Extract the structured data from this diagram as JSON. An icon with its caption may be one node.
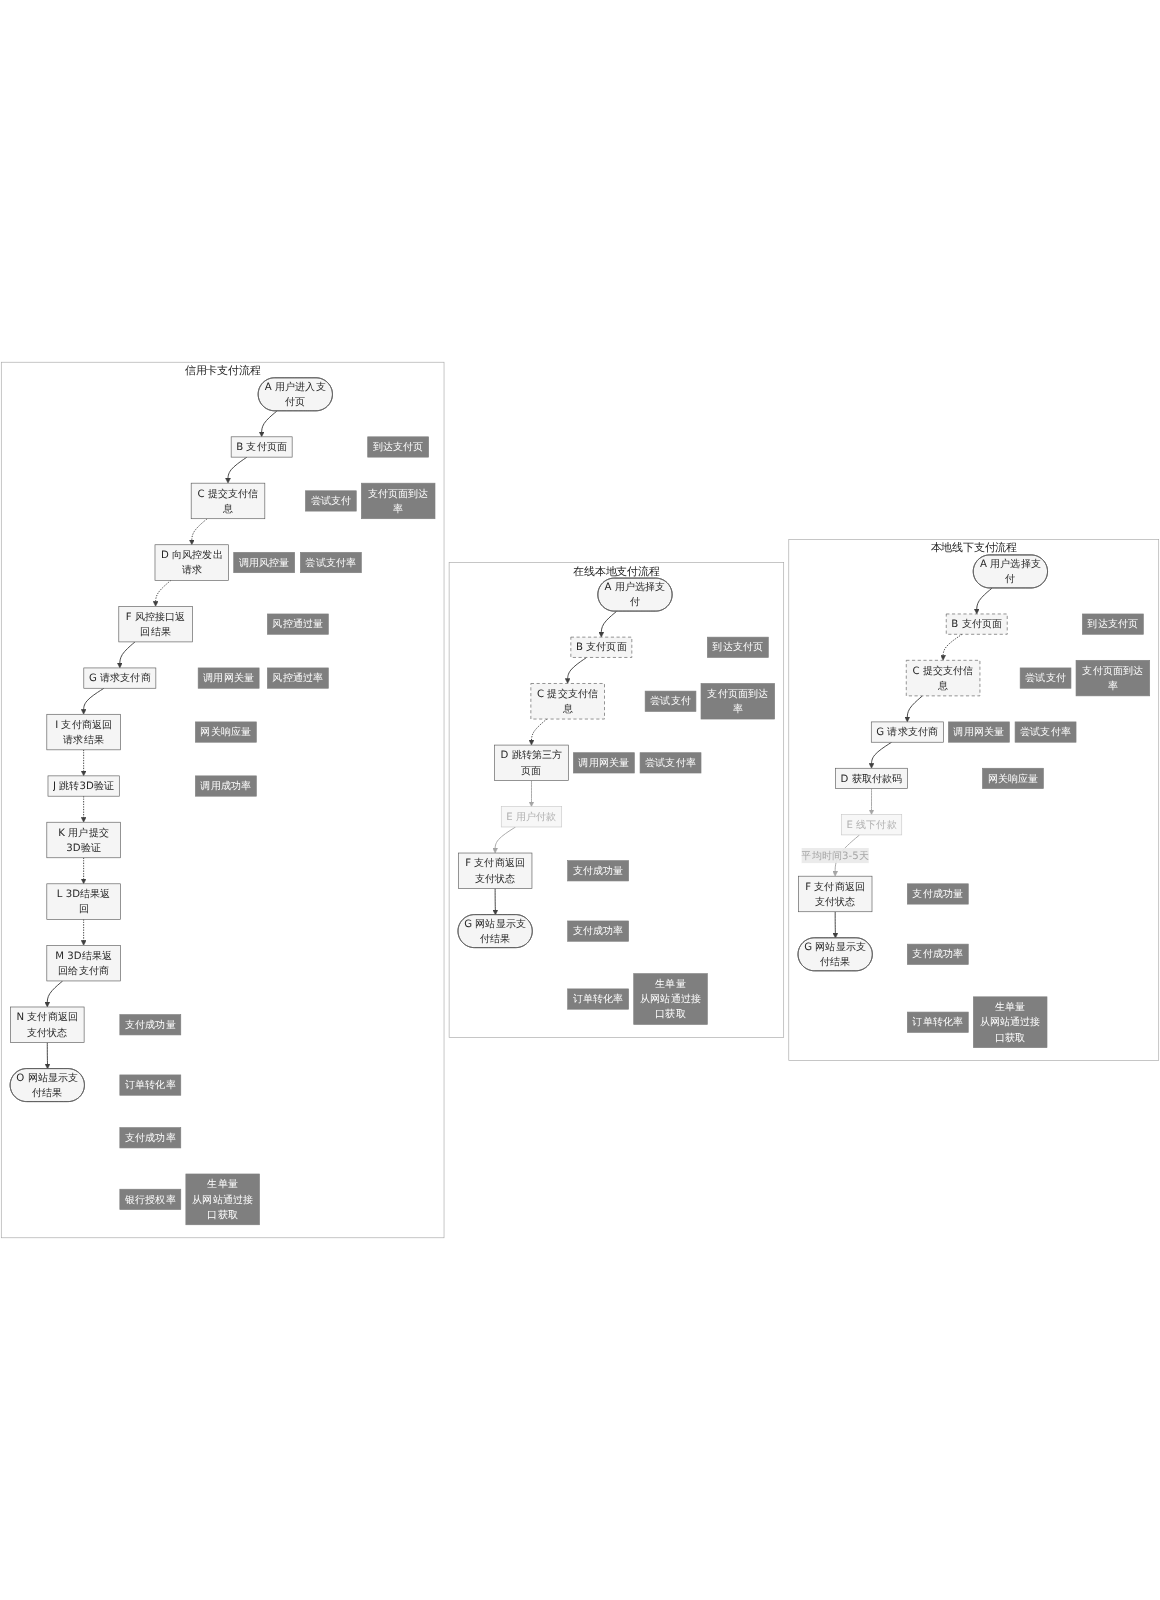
{
  "diagram": {
    "nodes": [
      {
        "text": [
          "信用卡支付流程"
        ]
      },
      {
        "text": [
          "A 用户进入支付页"
        ],
        "in": 0
      },
      {
        "text": [
          "生单量",
          "从网站通过接口获取"
        ],
        "in": 0
      },
      {
        "text": [
          "B 支付页面"
        ],
        "in": 0
      },
      {
        "text": [
          "到达支付页"
        ],
        "in": 0
      },
      {
        "text": [
          "支付页面到达率"
        ],
        "in": 0
      },
      {
        "text": [
          "C 提交支付信息"
        ],
        "in": 0
      },
      {
        "text": [
          "尝试支付"
        ],
        "in": 0
      },
      {
        "text": [
          "尝试支付率"
        ],
        "in": 0
      },
      {
        "text": [
          "D 向风控发出请求"
        ],
        "in": 0
      },
      {
        "text": [
          "调用风控量"
        ],
        "in": 0
      },
      {
        "text": [
          "F 风控接口返回结果"
        ],
        "in": 0
      },
      {
        "text": [
          "风控通过量"
        ],
        "in": 0
      },
      {
        "text": [
          "风控通过率"
        ],
        "in": 0
      },
      {
        "text": [
          "G 请求支付商"
        ],
        "in": 0
      },
      {
        "text": [
          "调用网关量"
        ],
        "in": 0
      },
      {
        "text": [
          "I 支付商返回请求结果"
        ],
        "in": 0
      },
      {
        "text": [
          "网关响应量"
        ],
        "in": 0
      },
      {
        "text": [
          "调用成功率"
        ],
        "in": 0
      },
      {
        "text": [
          "J 跳转3D验证"
        ],
        "in": 0
      },
      {
        "text": [
          "K 用户提交3D验证"
        ],
        "in": 0
      },
      {
        "text": [
          "L 3D结果返回"
        ],
        "in": 0
      },
      {
        "text": [
          "M 3D结果返回给支付商"
        ],
        "in": 0
      },
      {
        "text": [
          "N 支付商返回支付状态"
        ],
        "in": 0
      },
      {
        "text": [
          "支付成功量"
        ],
        "in": 0
      },
      {
        "text": [
          "订单转化率"
        ],
        "in": 0
      },
      {
        "text": [
          "支付成功率"
        ],
        "in": 0
      },
      {
        "text": [
          "银行授权率"
        ],
        "in": 0
      },
      {
        "text": [
          "O 网站显示支付结果"
        ],
        "in": 0
      },
      {
        "text": [
          "在线本地支付流程"
        ]
      },
      {
        "text": [
          "A 用户选择支付"
        ],
        "in": 29
      },
      {
        "text": [
          "生单量",
          "从网站通过接口获取"
        ],
        "in": 29
      },
      {
        "text": [
          "B 支付页面"
        ],
        "in": 29
      },
      {
        "text": [
          "到达支付页"
        ],
        "in": 29
      },
      {
        "text": [
          "支付页面到达率"
        ],
        "in": 29
      },
      {
        "text": [
          "C 提交支付信息"
        ],
        "in": 29
      },
      {
        "text": [
          "尝试支付"
        ],
        "in": 29
      },
      {
        "text": [
          "尝试支付率"
        ],
        "in": 29
      },
      {
        "text": [
          "D 跳转第三方页面"
        ],
        "in": 29
      },
      {
        "text": [
          "调用网关量"
        ],
        "in": 29
      },
      {
        "text": [
          "E 用户付款"
        ],
        "in": 29
      },
      {
        "text": [
          "F 支付商返回支付状态"
        ],
        "in": 29
      },
      {
        "text": [
          "支付成功量"
        ],
        "in": 29
      },
      {
        "text": [
          "支付成功率"
        ],
        "in": 29
      },
      {
        "text": [
          "订单转化率"
        ],
        "in": 29
      },
      {
        "text": [
          "G 网站显示支付结果"
        ],
        "in": 29
      },
      {
        "text": [
          "本地线下支付流程"
        ]
      },
      {
        "text": [
          "A 用户选择支付"
        ],
        "in": 46
      },
      {
        "text": [
          "生单量",
          "从网站通过接口获取"
        ],
        "in": 46
      },
      {
        "text": [
          "B 支付页面"
        ],
        "in": 46
      },
      {
        "text": [
          "到达支付页"
        ],
        "in": 46
      },
      {
        "text": [
          "支付页面到达率"
        ],
        "in": 46
      },
      {
        "text": [
          "C 提交支付信息"
        ],
        "in": 46
      },
      {
        "text": [
          "尝试支付"
        ],
        "in": 46
      },
      {
        "text": [
          "尝试支付率"
        ],
        "in": 46
      },
      {
        "text": [
          "G 请求支付商"
        ],
        "in": 46
      },
      {
        "text": [
          "调用网关量"
        ],
        "in": 46
      },
      {
        "text": [
          "D 获取付款码"
        ],
        "in": 46
      },
      {
        "text": [
          "网关响应量"
        ],
        "in": 46
      },
      {
        "text": [
          "E 线下付款"
        ],
        "in": 46
      },
      {
        "text": [
          "F 支付商返回支付状态"
        ],
        "in": 46
      },
      {
        "text": [
          "支付成功量"
        ],
        "in": 46
      },
      {
        "text": [
          "支付成功率"
        ],
        "in": 46
      },
      {
        "text": [
          "订单转化率"
        ],
        "in": 46
      },
      {
        "text": [
          "G 网站显示支付结果"
        ],
        "in": 46
      }
    ],
    "edges": [
      {
        "from": 1,
        "to": 3,
        "arrow": "to"
      },
      {
        "from": 3,
        "to": 6,
        "arrow": "to"
      },
      {
        "from": 6,
        "to": 9,
        "arrow": "to",
        "style": "dashed"
      },
      {
        "from": 9,
        "to": 11,
        "arrow": "to",
        "style": "dashed"
      },
      {
        "from": 11,
        "to": 14,
        "arrow": "to"
      },
      {
        "from": 14,
        "to": 16,
        "arrow": "to"
      },
      {
        "from": 16,
        "to": 19,
        "arrow": "to",
        "style": "dashed"
      },
      {
        "from": 19,
        "to": 20,
        "arrow": "to",
        "style": "dashed"
      },
      {
        "from": 20,
        "to": 21,
        "arrow": "to",
        "style": "dashed"
      },
      {
        "from": 21,
        "to": 22,
        "arrow": "to",
        "style": "dashed"
      },
      {
        "from": 22,
        "to": 23,
        "arrow": "to"
      },
      {
        "from": 23,
        "to": 28,
        "arrow": "to"
      },
      {
        "from": 30,
        "to": 32,
        "arrow": "to"
      },
      {
        "from": 32,
        "to": 35,
        "arrow": "to"
      },
      {
        "from": 35,
        "to": 38,
        "arrow": "to",
        "style": "dashed"
      },
      {
        "from": 38,
        "to": 40,
        "arrow": "to",
        "color": "#a6a6a6"
      },
      {
        "from": 40,
        "to": 41,
        "arrow": "to",
        "color": "#a6a6a6"
      },
      {
        "from": 41,
        "to": 45,
        "arrow": "to"
      },
      {
        "from": 47,
        "to": 49,
        "arrow": "to"
      },
      {
        "from": 49,
        "to": 52,
        "arrow": "to",
        "style": "dashed"
      },
      {
        "from": 52,
        "to": 55,
        "arrow": "to"
      },
      {
        "from": 55,
        "to": 57,
        "arrow": "to"
      },
      {
        "from": 57,
        "to": 59,
        "arrow": "to",
        "color": "#a6a6a6"
      },
      {
        "from": 59,
        "to": 60,
        "arrow": "to",
        "label": "平均时间3-5天",
        "color": "#a6a6a6"
      },
      {
        "from": 60,
        "to": 64,
        "arrow": "to"
      }
    ]
  }
}
